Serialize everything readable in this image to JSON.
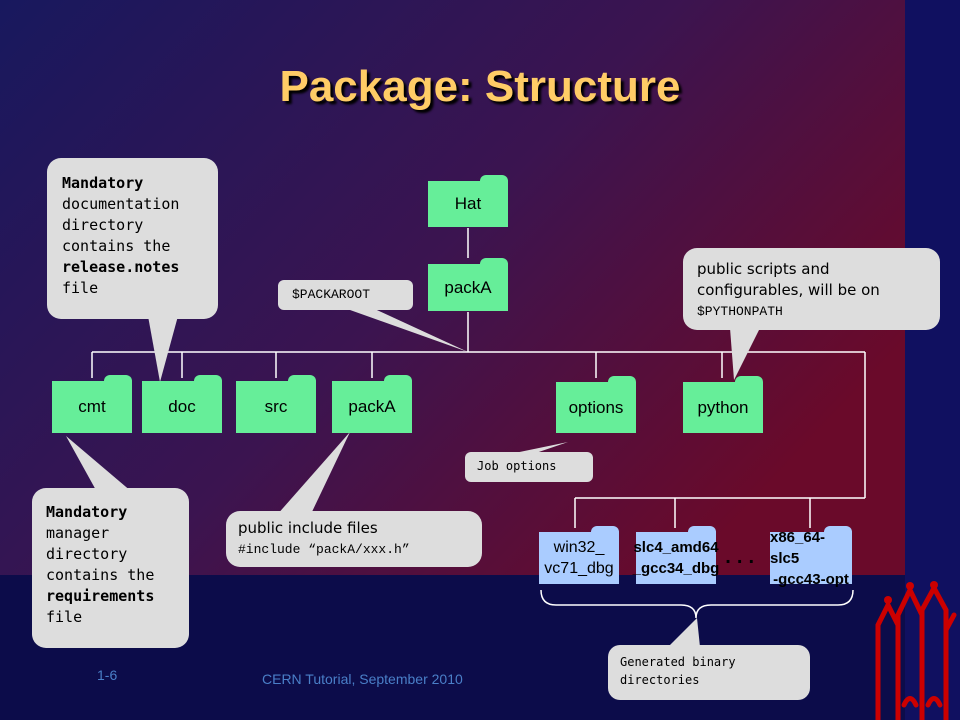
{
  "title": "Package: Structure",
  "folders": {
    "hat": "Hat",
    "packa_top": "packA",
    "cmt": "cmt",
    "doc": "doc",
    "src": "src",
    "packa_inc": "packA",
    "options": "options",
    "python": "python",
    "bin1": [
      "win32_",
      "vc71_dbg"
    ],
    "bin2": [
      "slc4_amd64",
      "_gcc34_dbg"
    ],
    "bin3": [
      "x86_64-slc5",
      "-gcc43-opt"
    ],
    "ellipsis": ". . ."
  },
  "callouts": {
    "doc": {
      "bold1": "Mandatory",
      "text1": "documentation directory contains the",
      "bold2": "release.notes",
      "text2": "file"
    },
    "packaroot": "$PACKAROOT",
    "python": {
      "text": "public scripts and configurables, will be on",
      "var": "$PYTHONPATH"
    },
    "job_options": "Job options",
    "include": {
      "text": "public include files",
      "code": "#include “packA/xxx.h”"
    },
    "cmt": {
      "bold1": "Mandatory",
      "text1": "manager directory contains the",
      "bold2": "requirements",
      "text2": "file"
    },
    "binary": "Generated binary directories"
  },
  "footer": {
    "page": "1-6",
    "event": "CERN Tutorial, September 2010"
  },
  "colors": {
    "folder_green": "#66ee99",
    "folder_blue": "#aaccff",
    "title": "#ffcc66",
    "logo": "#cc0000"
  }
}
